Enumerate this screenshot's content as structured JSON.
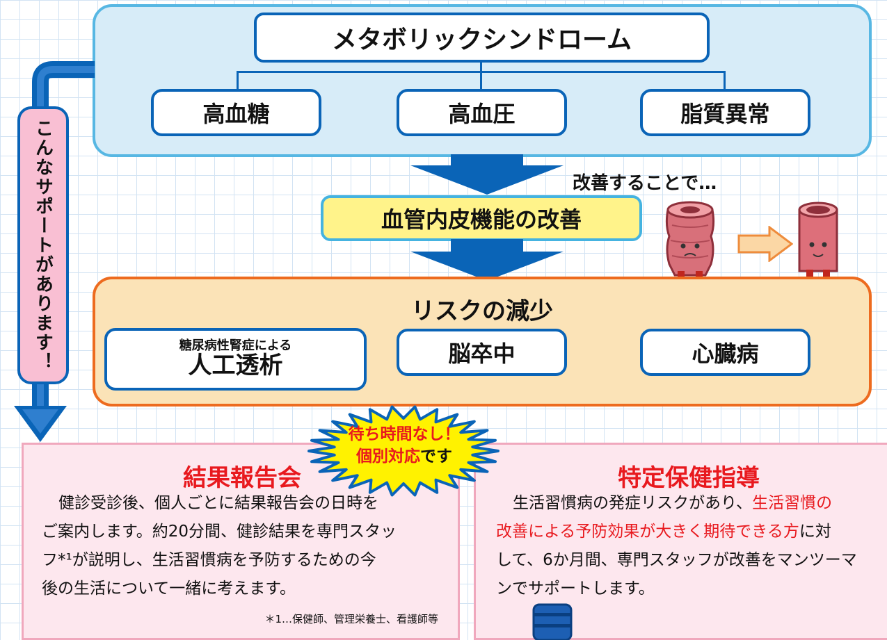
{
  "top": {
    "title": "メタボリックシンドローム",
    "items": [
      "高血糖",
      "高血圧",
      "脂質異常"
    ]
  },
  "side_label": "こんなサポートがあります！",
  "improve_note": "改善することで…",
  "middle": {
    "title": "血管内皮機能の改善"
  },
  "risk": {
    "title": "リスクの減少",
    "items": [
      {
        "small": "糖尿病性腎症による",
        "main": "人工透析"
      },
      {
        "main": "脳卒中"
      },
      {
        "main": "心臓病"
      }
    ]
  },
  "burst": {
    "line1": "待ち時間なし！",
    "line2_red": "個別対応",
    "line2_black": "です"
  },
  "left_panel": {
    "title": "結果報告会",
    "paragraph_lines": [
      "健診受診後、個人ごとに結果報告会の日時を",
      "ご案内します。約20分間、健診結果を専門スタッ",
      "フ*¹が説明し、生活習慣病を予防するための今",
      "後の生活について一緒に考えます。"
    ],
    "footnote": "＊1…保健師、管理栄養士、看護師等"
  },
  "right_panel": {
    "title": "特定保健指導",
    "line1_a": "生活習慣病の発症リスクがあり、",
    "line1_b": "生活習慣の",
    "line2_a": "改善による予防効果が大きく期待できる方",
    "line2_b": "に対",
    "line3": "して、6か月間、専門スタッフが改善をマンツーマ",
    "line4": "ンでサポートします。"
  },
  "colors": {
    "navy": "#0a64b7",
    "sky": "#57b7e3",
    "orange": "#ed6b1f",
    "red": "#e8191e",
    "yellow": "#fff38a",
    "pink": "#fde7ee"
  }
}
